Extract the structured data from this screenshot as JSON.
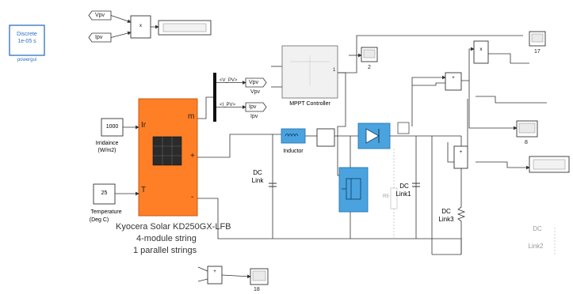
{
  "powergui": {
    "line1": "Discrete",
    "line2": "1e-05 s",
    "caption": "powergui"
  },
  "goto_tags": {
    "vpv": "Vpv",
    "ipv": "Ipv"
  },
  "from_tags": {
    "vpv": "Vpv",
    "ipv": "Ipv"
  },
  "bus_labels": {
    "vpv": "<V_PV>",
    "ipv": "<I_PV>"
  },
  "product_symbol": "x",
  "sum_symbol": "+",
  "constants": {
    "irradiance": {
      "value": "1000",
      "label1": "Irridaince",
      "label2": "(W/m2)"
    },
    "temperature": {
      "value": "25",
      "label1": "Temperature",
      "label2": "(Deg C)"
    }
  },
  "pv_array": {
    "port_ir": "Ir",
    "port_t": "T",
    "port_m": "m",
    "port_plus": "+",
    "port_minus": "-",
    "caption1": "Kyocera Solar KD250GX-LFB",
    "caption2": "4-module string",
    "caption3": "1 parallel strings"
  },
  "mppt": {
    "label": "MPPT Controller",
    "port": "1"
  },
  "inductor": {
    "label": "Inductor"
  },
  "dc_link_left": {
    "line1": "DC",
    "line2": "Link"
  },
  "dc_link1": {
    "line1": "DC",
    "line2": "Link1"
  },
  "dc_link2": {
    "line1": "DC",
    "line2": "Link2"
  },
  "dc_link3": {
    "line1": "DC",
    "line2": "Link3"
  },
  "resistor_label": "R5",
  "scope_labels": {
    "s2": "2",
    "s17": "17",
    "s8": "8",
    "s18": "18"
  },
  "colors": {
    "wire": "#333333",
    "pv_orange": "#ff7f27",
    "power_blue": "#4aa3df",
    "powergui_border": "#2e6fc0",
    "powergui_text": "#2e6fc0"
  }
}
